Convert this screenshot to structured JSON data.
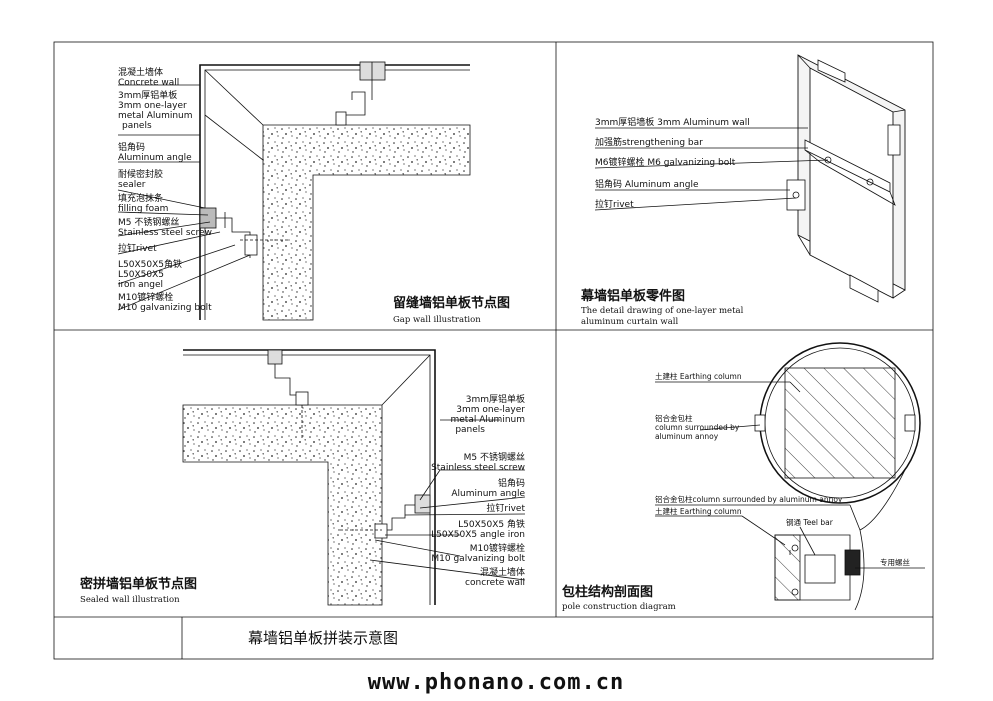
{
  "panel1": {
    "labels": [
      [
        "混凝土墙体",
        "Concrete wall"
      ],
      [
        "3mm厚铝单板",
        "3mm one-layer",
        "metal Aluminum",
        "panels"
      ],
      [
        "铝角码",
        "Aluminum angle"
      ],
      [
        "耐候密封胶",
        "sealer"
      ],
      [
        "填充泡抹条",
        "filling foam"
      ],
      [
        "M5 不锈钢螺丝",
        "Stainless steel screw"
      ],
      [
        "拉钉rivet"
      ],
      [
        "L50X50X5角铁",
        "L50X50X5",
        "iron angel"
      ],
      [
        "M10镀锌螺栓",
        "M10 galvanizing bolt"
      ]
    ],
    "title": "留缝墙铝单板节点图",
    "subtitle": "Gap wall illustration"
  },
  "panel2": {
    "labels": [
      "3mm厚铝墙板    3mm Aluminum wall",
      "加强筋strengthening bar",
      "M6镀锌螺栓    M6 galvanizing bolt",
      "铝角码 Aluminum angle",
      "拉钉rivet"
    ],
    "title": "幕墙铝单板零件图",
    "subtitle1": "The detail drawing of one-layer metal",
    "subtitle2": "aluminum curtain wall"
  },
  "panel3": {
    "labels": [
      [
        "3mm厚铝单板",
        "3mm one-layer",
        "metal Aluminum",
        "panels"
      ],
      [
        "M5 不锈钢螺丝",
        "Stainless steel screw"
      ],
      [
        "铝角码",
        "Aluminum angle"
      ],
      [
        "拉钉rivet"
      ],
      [
        "L50X50X5 角铁",
        "L50X50X5 angle iron"
      ],
      [
        "M10镀锌螺栓",
        "M10 galvanizing bolt"
      ],
      [
        "混凝土墙体",
        "concrete wall"
      ]
    ],
    "title": "密拼墙铝单板节点图",
    "subtitle": "Sealed wall illustration"
  },
  "panel4": {
    "labels": {
      "earthing1": "土建柱 Earthing column",
      "alu1": "铝合金包柱",
      "alu2": "column surrounded by",
      "alu3": "aluminum annoy",
      "alu_full": "铝合金包柱column surrounded by aluminum annoy",
      "earthing2": "土建柱 Earthing column",
      "steel": "钢通  Teel bar",
      "bolt": "专用螺丝"
    },
    "title": "包柱结构剖面图",
    "subtitle": "pole construction diagram"
  },
  "footer": {
    "caption": "幕墙铝单板拼装示意图",
    "website": "www.phonano.com.cn"
  }
}
